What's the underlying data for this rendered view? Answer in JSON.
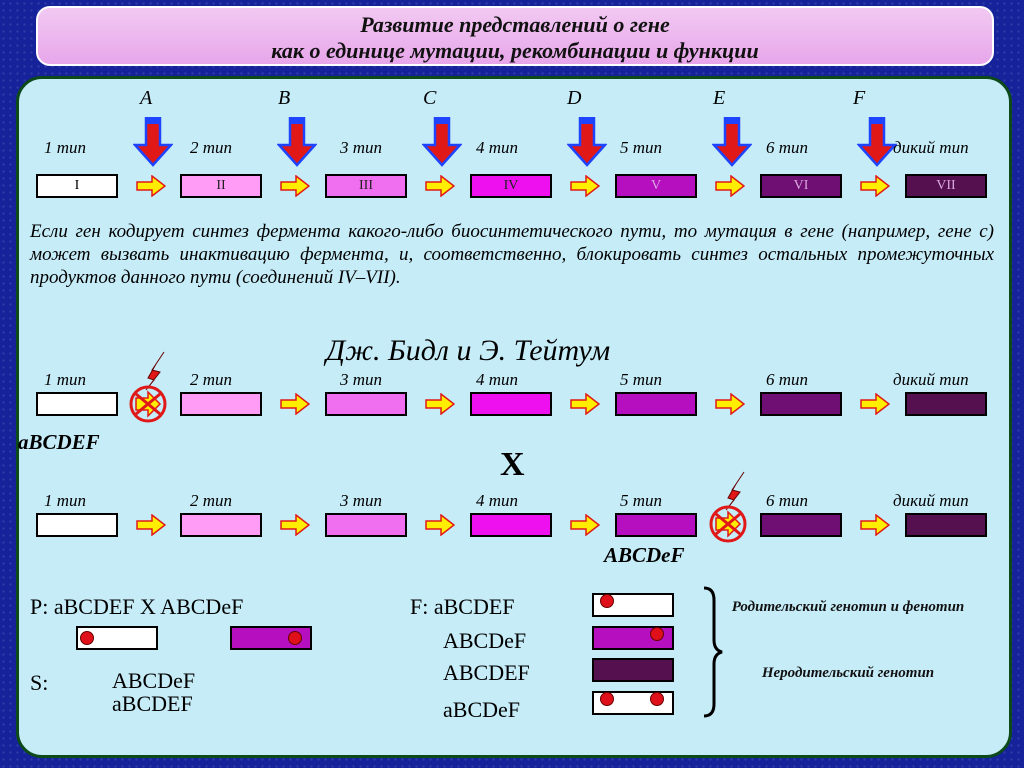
{
  "title": {
    "line1": "Развитие представлений о гене",
    "line2": "как о единице мутации, рекомбинации и функции"
  },
  "colors": {
    "box_fills": [
      "#ffffff",
      "#ff9cf5",
      "#f06ef0",
      "#ee10ee",
      "#b60fbf",
      "#6f0f74",
      "#55104f"
    ],
    "arrow_yellow": "#ffee00",
    "arrow_red": "#e01818",
    "arrow_blue": "#1f44ff",
    "dot_red": "#e0101a"
  },
  "letters": [
    "A",
    "B",
    "C",
    "D",
    "E",
    "F"
  ],
  "types": [
    "1 тип",
    "2 тип",
    "3 тип",
    "4 тип",
    "5 тип",
    "6 тип",
    "дикий тип"
  ],
  "romans": [
    "I",
    "II",
    "III",
    "IV",
    "V",
    "VI",
    "VII"
  ],
  "paragraph": "Если ген кодирует синтез фермента какого-либо биосинтетического пути, то мутация в гене (например, гене с) может вызвать инактивацию фермента, и, соответственно, блокировать синтез остальных промежуточных продуктов данного пути (соединений IV–VII).",
  "authors": "Дж. Бидл и Э. Тейтум",
  "genotype1": "aBCDEF",
  "cross_symbol": "X",
  "genotype2": "ABCDeF",
  "parents": "P: aBCDEF  X ABCDeF",
  "gametes_label": "S:",
  "gametes": [
    "ABCDeF",
    "aBCDEF"
  ],
  "f_label": "F: aBCDEF",
  "f_genotypes": [
    "ABCDeF",
    "ABCDEF",
    "aBCDeF"
  ],
  "note_parental": "Родительский генотип и фенотип",
  "note_nonparental": "Неродительский генотип"
}
